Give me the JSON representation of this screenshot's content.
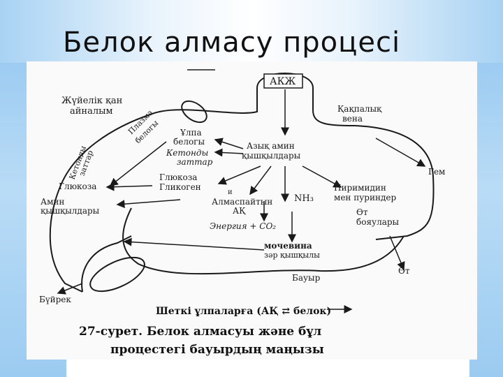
{
  "slide": {
    "title": "Белок алмасу процесі"
  },
  "diagram": {
    "akzh": "АКЖ",
    "kakpa_1": "Қақпалық",
    "kakpa_2": "вена",
    "zhuie_1": "Жүйелік қан",
    "zhuie_2": "айналым",
    "plazma_1": "Плазма",
    "plazma_2": "белогы",
    "ulpa_1": "Ұлпа",
    "ulpa_2": "белогы",
    "keton_1": "Кетонды",
    "keton_2": "заттар",
    "keton_v1": "Кетонды",
    "keton_v2": "заттар",
    "azyk_1": "Азық амин",
    "azyk_2": "қышқылдары",
    "glukoza_1": "Глюкоза",
    "glukoza_2": "Гликоген",
    "glukoza_left": "Глюкоза",
    "and": "и",
    "almasatyn_1": "Алмаспайтын",
    "almasatyn_2": "АҚ",
    "nh3": "NH₃",
    "amin_1": "Амин",
    "amin_2": "қышқылдары",
    "pirimidin_1": "Пиримидин",
    "pirimidin_2": "мен пуриндер",
    "gem": "Гем",
    "ot_1": "Өт",
    "ot_2": "бояулары",
    "energy": "Энергия + CO₂",
    "mochevina": "мочевина",
    "zhor": "зәр қышқылы",
    "bauyr": "Бауыр",
    "ot_out": "Өт",
    "buirek": "Бүйрек",
    "shetki": "Шеткі ұлпаларға (АҚ ⇄ белок)",
    "caption_1": "27-сурет. Белок алмасуы және бұл",
    "caption_2": "процестегі бауырдың маңызы"
  }
}
